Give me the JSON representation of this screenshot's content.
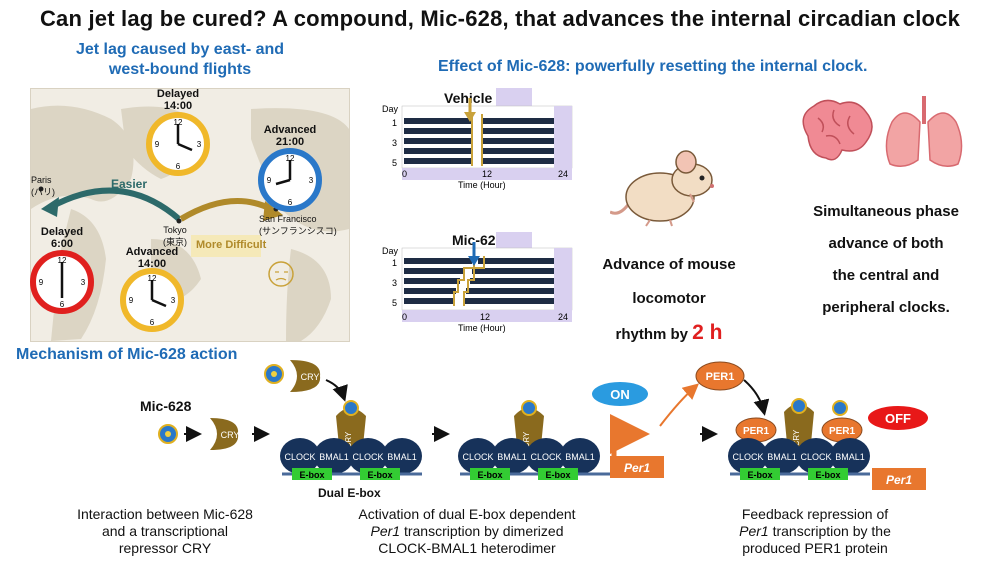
{
  "title": "Can jet lag be cured? A compound, Mic-628, that advances the internal circadian clock",
  "map_section": {
    "heading_line1": "Jet lag caused by east- and",
    "heading_line2": "west-bound flights",
    "clock_delayed_top": {
      "label": "Delayed",
      "time": "14:00"
    },
    "clock_advanced_right": {
      "label": "Advanced",
      "time": "21:00"
    },
    "clock_delayed_left": {
      "label": "Delayed",
      "time": "6:00"
    },
    "clock_advanced_bottom": {
      "label": "Advanced",
      "time": "14:00"
    },
    "paris": "Paris",
    "paris_jp": "(パリ)",
    "tokyo": "Tokyo",
    "tokyo_jp": "(東京)",
    "sf": "San Francisco",
    "sf_jp": "(サンフランシスコ)",
    "easier": "Easier",
    "more_difficult": "More Difficult",
    "clock_numbers": [
      "12",
      "3",
      "6",
      "9"
    ]
  },
  "effect_section": {
    "heading": "Effect of Mic-628: powerfully resetting the internal clock.",
    "vehicle_label": "Vehicle",
    "mic_label": "Mic-628",
    "day_label": "Day",
    "day_ticks": [
      "1",
      "3",
      "5"
    ],
    "time_ticks": [
      "0",
      "12",
      "24"
    ],
    "x_axis_label": "Time (Hour)",
    "advance_line1": "Advance of mouse",
    "advance_line2": "locomotor",
    "advance_line3_prefix": "rhythm by",
    "advance_value": "2 h",
    "simul_line1": "Simultaneous phase",
    "simul_line2": "advance of both",
    "simul_line3": "the central and",
    "simul_line4": "peripheral clocks."
  },
  "mechanism": {
    "heading": "Mechanism of  Mic-628 action",
    "mic_label": "Mic-628",
    "cry": "CRY",
    "clock": "CLOCK",
    "bmal1": "BMAL1",
    "ebox": "E-box",
    "dual_ebox": "Dual E-box",
    "on": "ON",
    "off": "OFF",
    "per1_protein": "PER1",
    "per1_gene": "Per1",
    "caption1_line1": "Interaction between Mic-628",
    "caption1_line2": "and a transcriptional",
    "caption1_line3": "repressor CRY",
    "caption2_line1": "Activation of dual E-box dependent",
    "caption2_line2_em": "Per1",
    "caption2_line2_rest": " transcription by dimerized",
    "caption2_line3": "CLOCK-BMAL1 heterodimer",
    "caption3_line1": "Feedback repression of",
    "caption3_line2_em": "Per1",
    "caption3_line2_rest": " transcription by the",
    "caption3_line3": "produced PER1 protein"
  },
  "colors": {
    "heading_blue": "#1f6bb5",
    "clock_gold": "#f0b82a",
    "clock_blue": "#2a78c9",
    "clock_red": "#e0201e",
    "cry_brown": "#8a6a1e",
    "clock_navy": "#17325a",
    "ebox_green": "#33cc33",
    "per1_orange": "#e8772e",
    "on_blue": "#2a9be0",
    "off_red": "#e81818",
    "advance_red": "#e02020",
    "actogram_lavender": "#d9d0f0"
  }
}
